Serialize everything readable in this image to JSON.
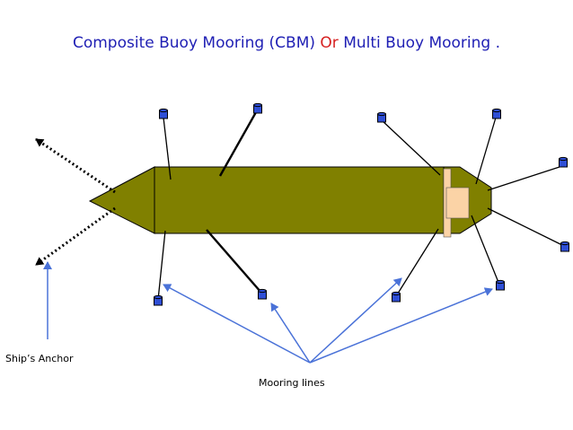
{
  "title": {
    "part1": "Composite Buoy Mooring (CBM) ",
    "or": "Or",
    "part2": " Multi Buoy Mooring ."
  },
  "labels": {
    "ships_anchor": "Ship’s Anchor",
    "mooring_lines": "Mooring lines"
  },
  "colors": {
    "title": "#1f1fb4",
    "title_or": "#d62020",
    "hull": "#808000",
    "buoy": "#2f4fd6",
    "arrow": "#4a72d8",
    "superstructure": "#fbd3a6"
  }
}
